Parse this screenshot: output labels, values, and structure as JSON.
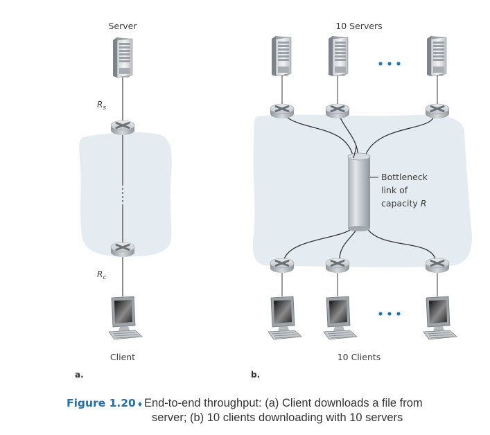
{
  "figure": {
    "panel_a": {
      "label": "a.",
      "server_label": "Server",
      "client_label": "Client",
      "rs_label": "R",
      "rs_sub": "s",
      "rc_label": "R",
      "rc_sub": "c"
    },
    "panel_b": {
      "label": "b.",
      "servers_label": "10 Servers",
      "clients_label": "10 Clients",
      "bottleneck_line1": "Bottleneck",
      "bottleneck_line2": "link of",
      "bottleneck_line3": "capacity ",
      "bottleneck_var": "R",
      "ellipsis": "• • •"
    },
    "caption": {
      "number": "Figure 1.20",
      "separator": "♦",
      "line1": "End-to-end throughput: (a) Client downloads a file from",
      "line2": "server; (b) 10 clients downloading with 10 servers"
    },
    "colors": {
      "cloud": "#e4ecf2",
      "accent": "#1f6fb0",
      "dots": "#1a7abf"
    }
  }
}
